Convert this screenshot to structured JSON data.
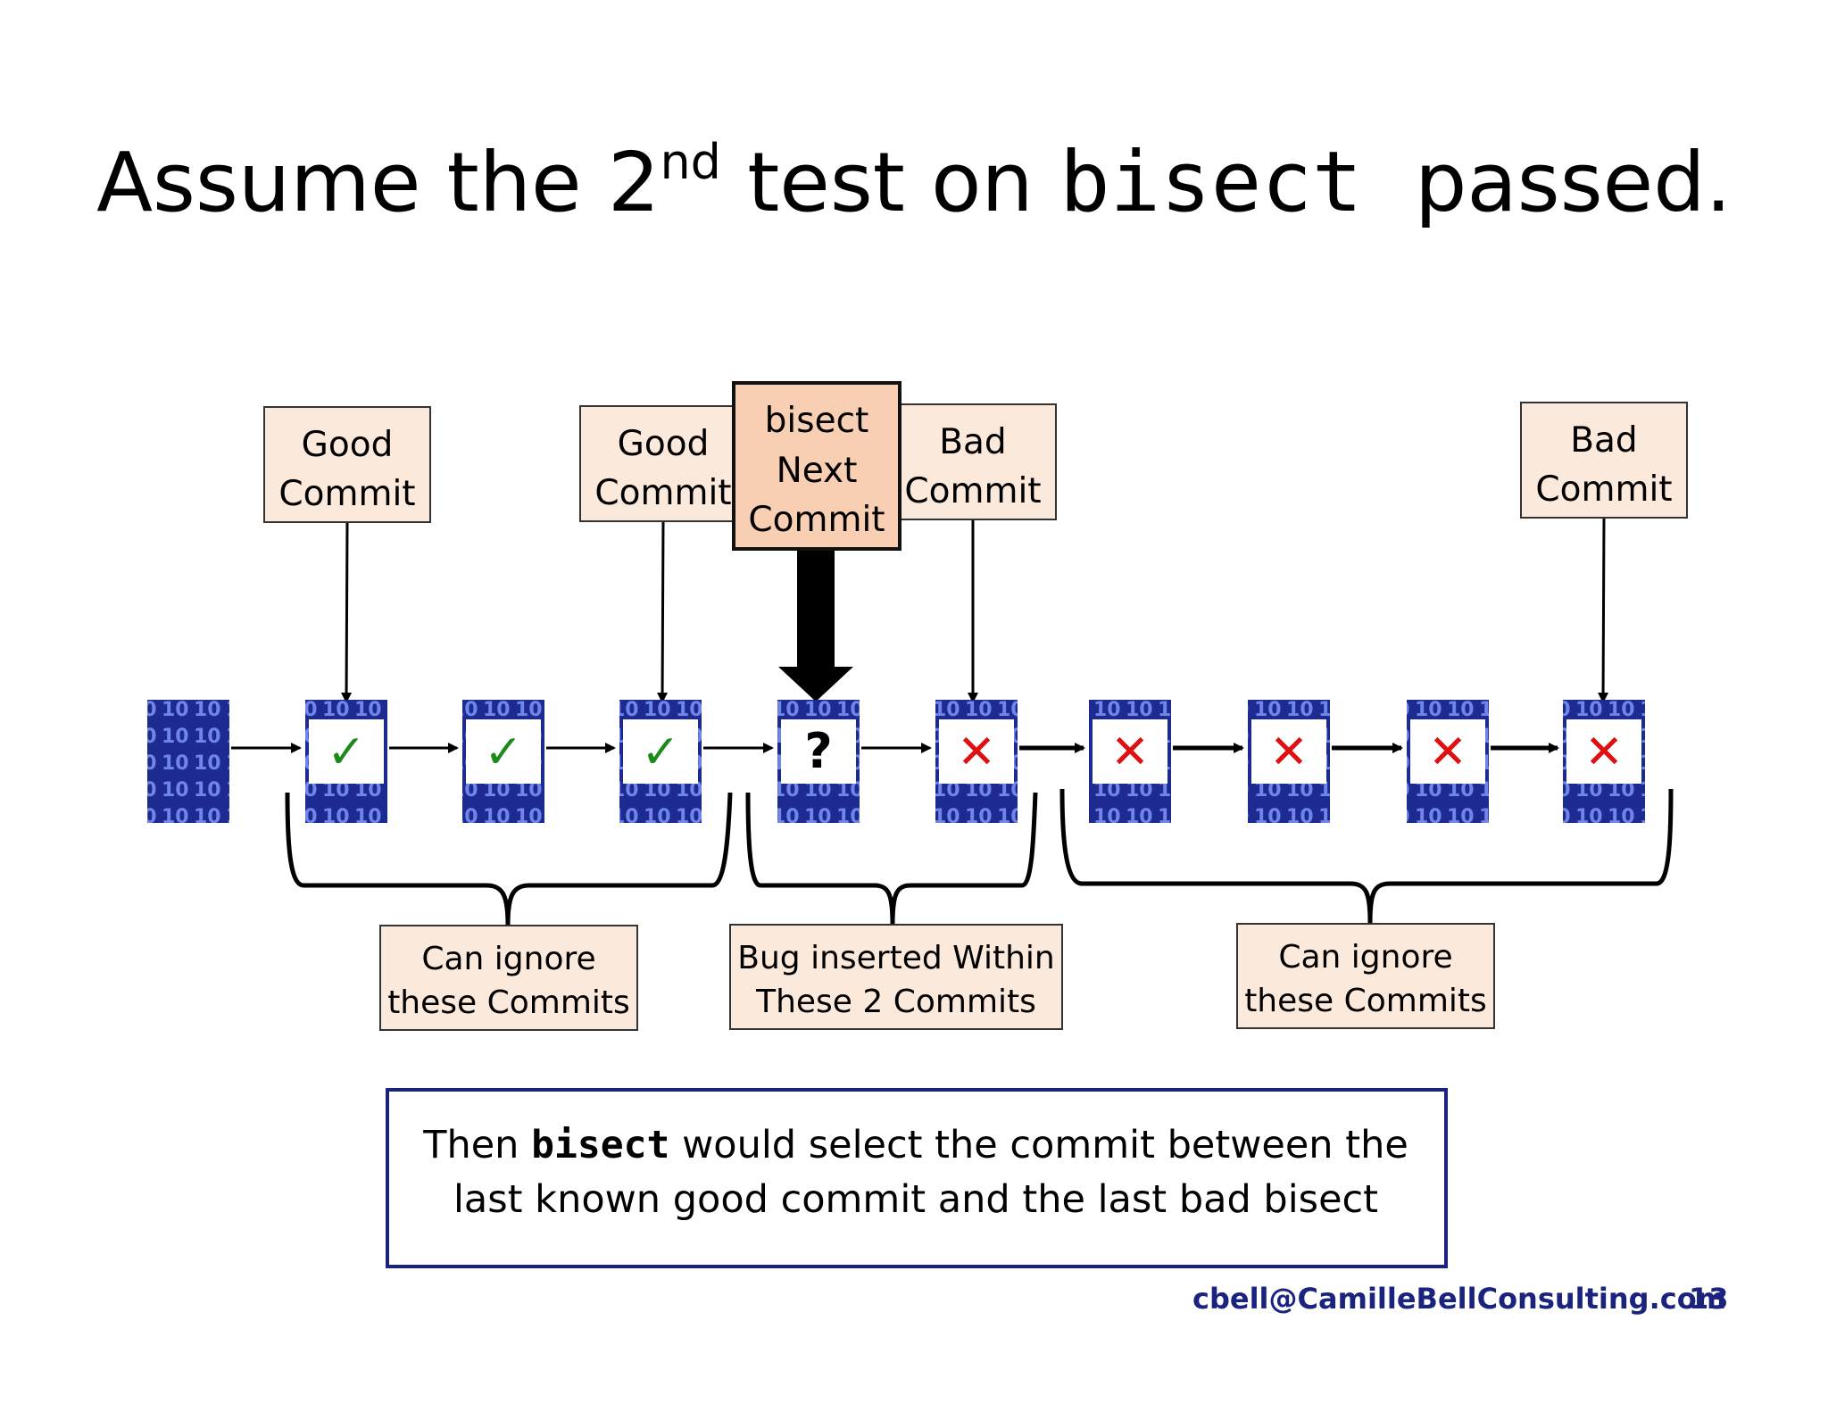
{
  "title": {
    "prefix": "Assume the 2",
    "superscript": "nd",
    "middle": " test on ",
    "code": "bisect",
    "suffix": "  passed."
  },
  "labels": {
    "good_commit_1": [
      "Good",
      "Commit"
    ],
    "good_commit_2": [
      "Good",
      "Commit"
    ],
    "bisect_next": [
      "bisect",
      "Next",
      "Commit"
    ],
    "bad_commit_1": [
      "Bad",
      "Commit"
    ],
    "bad_commit_2": [
      "Bad",
      "Commit"
    ]
  },
  "commits": [
    {
      "status": "none",
      "symbol": ""
    },
    {
      "status": "good",
      "symbol": "✓"
    },
    {
      "status": "good",
      "symbol": "✓"
    },
    {
      "status": "good",
      "symbol": "✓"
    },
    {
      "status": "unknown",
      "symbol": "?"
    },
    {
      "status": "bad",
      "symbol": "✕"
    },
    {
      "status": "bad",
      "symbol": "✕"
    },
    {
      "status": "bad",
      "symbol": "✕"
    },
    {
      "status": "bad",
      "symbol": "✕"
    },
    {
      "status": "bad",
      "symbol": "✕"
    }
  ],
  "brackets": {
    "left": [
      "Can ignore",
      "these Commits"
    ],
    "middle": [
      "Bug inserted Within",
      "These 2 Commits"
    ],
    "right": [
      "Can ignore",
      "these Commits"
    ]
  },
  "note": {
    "line1_prefix": "Then ",
    "line1_code": "bisect",
    "line1_suffix": " would select the commit between the",
    "line2": "last known good commit and the last bad bisect"
  },
  "footer": {
    "email": "cbell@CamilleBellConsulting.com",
    "page": "13"
  },
  "colors": {
    "label_fill": "#fbe9dc",
    "bisect_fill": "#f8cfb2",
    "tile_blue": "#1d2a8f",
    "good_green": "#1a8a1a",
    "bad_red": "#e01010",
    "note_border": "#1a237e",
    "footer_text": "#1a237e"
  }
}
